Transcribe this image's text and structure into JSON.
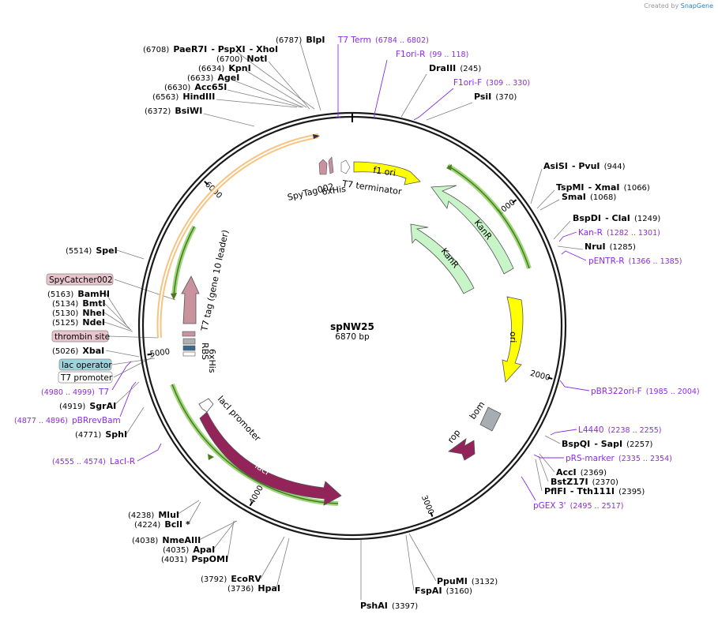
{
  "credit": {
    "prefix": "Created by",
    "brand": "SnapGene"
  },
  "plasmid": {
    "name": "spNW25",
    "length": "6870 bp"
  },
  "ticks": [
    "1000",
    "2000",
    "3000",
    "4000",
    "5000",
    "6000"
  ],
  "enzymes": [
    {
      "name": "BlpI",
      "pos": "(6787)"
    },
    {
      "name": "PaeR7I",
      "pos": "(6708)"
    },
    {
      "name": "- PspXI",
      "pos": ""
    },
    {
      "name": "- XhoI",
      "pos": ""
    },
    {
      "name": "NotI",
      "pos": "(6700)"
    },
    {
      "name": "KpnI",
      "pos": "(6634)"
    },
    {
      "name": "AgeI",
      "pos": "(6633)"
    },
    {
      "name": "Acc65I",
      "pos": "(6630)"
    },
    {
      "name": "HindIII",
      "pos": "(6563)"
    },
    {
      "name": "BsiWI",
      "pos": "(6372)"
    },
    {
      "name": "DraIII",
      "pos": "(245)"
    },
    {
      "name": "PsiI",
      "pos": "(370)"
    },
    {
      "name": "AsiSI",
      "pos": ""
    },
    {
      "name": "- PvuI",
      "pos": "(944)"
    },
    {
      "name": "TspMI",
      "pos": ""
    },
    {
      "name": "- XmaI",
      "pos": "(1066)"
    },
    {
      "name": "SmaI",
      "pos": "(1068)"
    },
    {
      "name": "BspDI",
      "pos": ""
    },
    {
      "name": "- ClaI",
      "pos": "(1249)"
    },
    {
      "name": "NruI",
      "pos": "(1285)"
    },
    {
      "name": "BspQI",
      "pos": ""
    },
    {
      "name": "- SapI",
      "pos": "(2257)"
    },
    {
      "name": "AccI",
      "pos": "(2369)"
    },
    {
      "name": "BstZ17I",
      "pos": "(2370)"
    },
    {
      "name": "PflFI",
      "pos": ""
    },
    {
      "name": "- Tth111I",
      "pos": "(2395)"
    },
    {
      "name": "PpuMI",
      "pos": "(3132)"
    },
    {
      "name": "FspAI",
      "pos": "(3160)"
    },
    {
      "name": "PshAI",
      "pos": "(3397)"
    },
    {
      "name": "EcoRV",
      "pos": "(3792)"
    },
    {
      "name": "HpaI",
      "pos": "(3736)"
    },
    {
      "name": "NmeAIII",
      "pos": "(4038)"
    },
    {
      "name": "ApaI",
      "pos": "(4035)"
    },
    {
      "name": "PspOMI",
      "pos": "(4031)"
    },
    {
      "name": "MluI",
      "pos": "(4238)"
    },
    {
      "name": "BclI *",
      "pos": "(4224)"
    },
    {
      "name": "SphI",
      "pos": "(4771)"
    },
    {
      "name": "SgrAI",
      "pos": "(4919)"
    },
    {
      "name": "XbaI",
      "pos": "(5026)"
    },
    {
      "name": "NdeI",
      "pos": "(5125)"
    },
    {
      "name": "NheI",
      "pos": "(5130)"
    },
    {
      "name": "BmtI",
      "pos": "(5134)"
    },
    {
      "name": "BamHI",
      "pos": "(5163)"
    },
    {
      "name": "SpeI",
      "pos": "(5514)"
    }
  ],
  "primers": [
    {
      "name": "T7 Term",
      "pos": "(6784 .. 6802)"
    },
    {
      "name": "F1ori-R",
      "pos": "(99 .. 118)"
    },
    {
      "name": "F1ori-F",
      "pos": "(309 .. 330)"
    },
    {
      "name": "Kan-R",
      "pos": "(1282 .. 1301)"
    },
    {
      "name": "pENTR-R",
      "pos": "(1366 .. 1385)"
    },
    {
      "name": "pBR322ori-F",
      "pos": "(1985 .. 2004)"
    },
    {
      "name": "L4440",
      "pos": "(2238 .. 2255)"
    },
    {
      "name": "pRS-marker",
      "pos": "(2335 .. 2354)"
    },
    {
      "name": "pGEX 3'",
      "pos": "(2495 .. 2517)"
    },
    {
      "name": "LacI-R",
      "pos": "(4555 .. 4574)"
    },
    {
      "name": "pBRrevBam",
      "pos": "(4877 .. 4896)"
    },
    {
      "name": "T7",
      "pos": "(4980 .. 4999)"
    }
  ],
  "boxed_features": [
    {
      "name": "SpyCatcher002",
      "fill": "#e8c4cc"
    },
    {
      "name": "thrombin site",
      "fill": "#e8c4cc"
    },
    {
      "name": "lac operator",
      "fill": "#9fd3dc"
    },
    {
      "name": "T7 promoter",
      "fill": "#ffffff"
    }
  ],
  "features": [
    {
      "name": "f1 ori",
      "color": "#ffff00"
    },
    {
      "name": "KanR",
      "color": "#c8f5c8"
    },
    {
      "name": "KanR",
      "color": "#c8f5c8"
    },
    {
      "name": "ori",
      "color": "#ffff00"
    },
    {
      "name": "bom",
      "color": "#a8adb3"
    },
    {
      "name": "rop",
      "color": "#93245a"
    },
    {
      "name": "lacI",
      "color": "#93245a"
    },
    {
      "name": "lacI promoter",
      "color": "#ffffff"
    },
    {
      "name": "T7 tag (gene 10 leader)",
      "color": "#c8939f"
    },
    {
      "name": "6xHis",
      "color": "#b0b0b0"
    },
    {
      "name": "RBS",
      "color": "#b0b0b0"
    },
    {
      "name": "SpyTag002",
      "color": "#c8939f"
    },
    {
      "name": "6xHis",
      "color": "#c8939f"
    },
    {
      "name": "T7 terminator",
      "color": "#ffffff"
    }
  ],
  "colors": {
    "primer": "#8b2be2",
    "backbone": "#1a1a1a",
    "orf_highlight": "#7ec850",
    "insert_highlight": "#f5b86a"
  }
}
